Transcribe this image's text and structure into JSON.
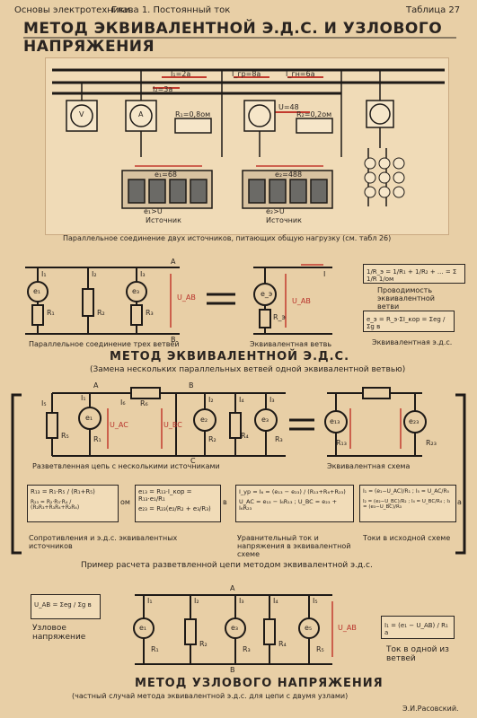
{
  "header": {
    "book": "Основы электротехники.",
    "chapter": "Глава 1. Постоянный ток",
    "table": "Таблица 27"
  },
  "title": "МЕТОД ЭКВИВАЛЕНТНОЙ Э.Д.С. И УЗЛОВОГО НАПРЯЖЕНИЯ",
  "scene": {
    "caption": "Параллельное соединение двух источников, питающих общую нагрузку (см. табл 26)",
    "labels": {
      "i1": "I₁=2а",
      "igr": "I_гр=8а",
      "ign": "I_гн=6а",
      "u": "U=48",
      "r1": "R₁=0,8ом",
      "r2": "R₂=0,2ом",
      "e1": "e₁=68",
      "e2": "e₂=488",
      "src1": "Источник",
      "src2": "Источник",
      "eu1": "e₁>U",
      "eu2": "e₂>U",
      "i2": "I₂=3а",
      "vm": "V",
      "am": "A"
    }
  },
  "parallel": {
    "caption": "Параллельное соединение трех ветвей",
    "equiv_caption": "Эквивалентная ветвь",
    "labels": {
      "A": "A",
      "B": "B",
      "I": "I",
      "I1": "I₁",
      "I2": "I₂",
      "I3": "I₃",
      "e1": "e₁",
      "e3": "e₃",
      "R1": "R₁",
      "R2": "R₂",
      "R3": "R₃",
      "Uab": "U_AB",
      "ee": "e_э",
      "Re": "R_э"
    }
  },
  "conductance": {
    "formula": "1/R_э = 1/R₁ + 1/R₂ + ... = Σ 1/R   1/ом",
    "caption": "Проводимость эквивалентной ветви"
  },
  "emf": {
    "formula": "e_э = R_э·ΣI_кор = Σeg / Σg   в",
    "caption": "Эквивалентная э.д.с."
  },
  "section1": {
    "title": "МЕТОД ЭКВИВАЛЕНТНОЙ Э.Д.С.",
    "subtitle": "(Замена нескольких параллельных ветвей одной эквивалентной ветвью)"
  },
  "branched": {
    "caption": "Разветвленная цепь с несколькими источниками",
    "equiv_caption": "Эквивалентная схема",
    "labels": {
      "A": "A",
      "B": "B",
      "C": "C",
      "I1": "I₁",
      "I2": "I₂",
      "I3": "I₃",
      "I4": "I₄",
      "I5": "I₅",
      "I6": "I₆",
      "R1": "R₁",
      "R2": "R₂",
      "R3": "R₃",
      "R4": "R₄",
      "R5": "R₅",
      "R6": "R₆",
      "Uac": "U_AC",
      "Ubc": "U_BC",
      "e1": "e₁",
      "e2": "e₂",
      "e3": "e₃",
      "e13": "e₁₃",
      "e23": "e₂₃",
      "R13": "R₁₃",
      "R23": "R₂₃"
    }
  },
  "formulas": [
    {
      "lines": [
        "R₁₃ = R₁·R₅ / (R₁+R₅)",
        "R₂₃ = R₂·R₃·R₄ / (R₂R₃+R₃R₄+R₂R₄)"
      ],
      "unit": "ом",
      "caption": "Сопротивления и э.д.с. эквивалентных источников"
    },
    {
      "lines": [
        "e₁₃ = R₁₃·I_кор = R₁₃·e₁/R₁",
        "e₂₃ = R₂₃(e₂/R₂ + e₃/R₃)"
      ],
      "unit": "в",
      "caption": ""
    },
    {
      "lines": [
        "I_ур = I₆ = (e₁₃ − e₂₃) / (R₁₃+R₆+R₂₃)",
        "U_AC = e₁₃ − I₆R₁₃ ; U_BC = e₂₃ + I₆R₂₃"
      ],
      "unit": "",
      "caption": "Уравнительный ток и напряжения в эквивалентной схеме"
    },
    {
      "lines": [
        "I₁ = (e₁−U_AC)/R₁ ; I₅ = U_AC/R₅",
        "I₂ = (e₂−U_BC)/R₂ ; I₄ = U_BC/R₄ ; I₃ = (e₃−U_BC)/R₃"
      ],
      "unit": "а",
      "caption": "Токи в исходной схеме"
    }
  ],
  "example_caption": "Пример расчета разветвленной цепи методом эквивалентной э.д.с.",
  "node": {
    "formula": "U_AB = Σeg / Σg   в",
    "caption": "Узловое напряжение",
    "current_formula": "I₁ = (e₁ − U_AB) / R₁   а",
    "current_caption": "Ток в одной из ветвей",
    "labels": {
      "A": "A",
      "B": "B",
      "I1": "I₁",
      "I2": "I₂",
      "I3": "I₃",
      "I4": "I₄",
      "I5": "I₅",
      "e1": "e₁",
      "e3": "e₃",
      "e5": "e₅",
      "R1": "R₁",
      "R2": "R₂",
      "R3": "R₃",
      "R4": "R₄",
      "R5": "R₅",
      "Uab": "U_AB"
    }
  },
  "section2": {
    "title": "МЕТОД УЗЛОВОГО НАПРЯЖЕНИЯ",
    "subtitle": "(частный случай метода эквивалентной э.д.с. для цепи с двумя узлами)"
  },
  "author": "Э.И.Расовский."
}
